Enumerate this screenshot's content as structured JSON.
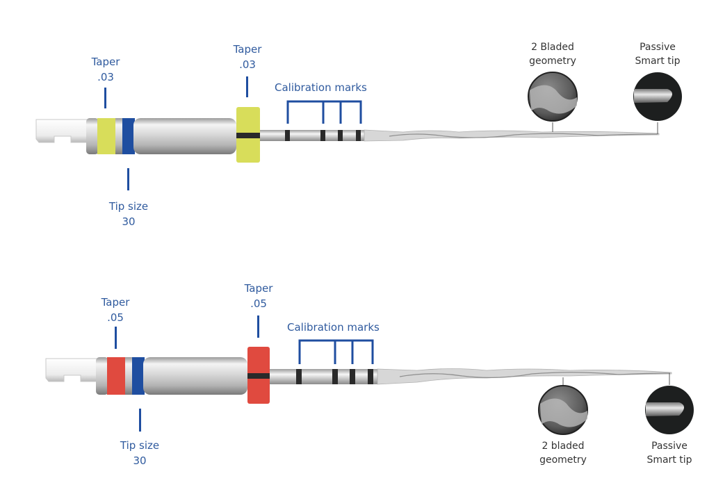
{
  "instruments": [
    {
      "id": "instrument-1",
      "taper_label": "Taper",
      "taper_value": ".03",
      "stop_taper_label": "Taper",
      "stop_taper_value": ".03",
      "tip_size_label": "Tip size",
      "tip_size_value": "30",
      "calibration_label": "Calibration marks",
      "geometry_label_line1": "2 Bladed",
      "geometry_label_line2": "geometry",
      "tip_label_line1": "Passive",
      "tip_label_line2": "Smart tip",
      "taper_color": "#d8dd5a",
      "tip_size_color": "#1f4ea0"
    },
    {
      "id": "instrument-2",
      "taper_label": "Taper",
      "taper_value": ".05",
      "stop_taper_label": "Taper",
      "stop_taper_value": ".05",
      "tip_size_label": "Tip size",
      "tip_size_value": "30",
      "calibration_label": "Calibration marks",
      "geometry_label_line1": "2 bladed",
      "geometry_label_line2": "geometry",
      "tip_label_line1": "Passive",
      "tip_label_line2": "Smart tip",
      "taper_color": "#e04a3f",
      "tip_size_color": "#1f4ea0"
    }
  ],
  "colors": {
    "label_blue": "#2f5a9e",
    "line_blue": "#1f4ea0",
    "mark_dark": "#2a2a2a"
  }
}
